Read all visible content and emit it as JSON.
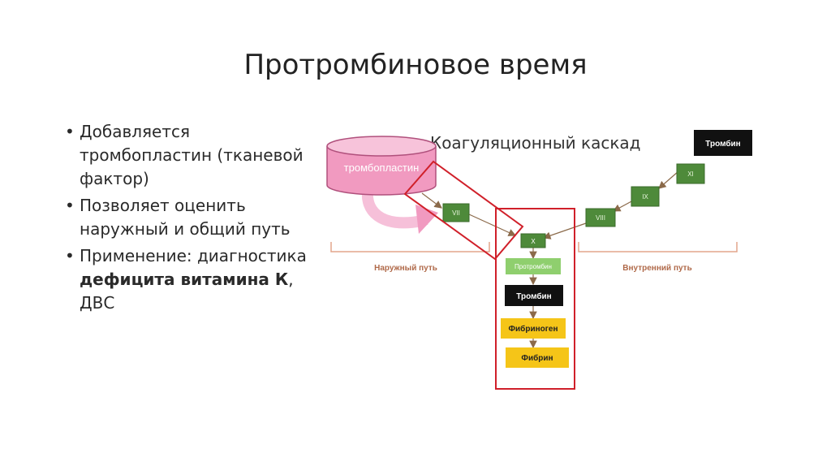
{
  "title": "Протромбиновое время",
  "bullets": [
    {
      "text": "Добавляется тромбопластин (тканевой фактор)"
    },
    {
      "text": "Позволяет оценить наружный и общий путь"
    },
    {
      "prefix": "Применение: диагностика ",
      "bold": "дефицита витамина К",
      "suffix": ", ДВС"
    }
  ],
  "diagram": {
    "title": "Коагуляционный каскад",
    "cylinder_label": "тромбопластин",
    "extrinsic_label": "Наружный путь",
    "intrinsic_label": "Внутренний путь",
    "factors": {
      "vii": "VII",
      "x": "X",
      "xi": "XI",
      "ix": "IX",
      "viii": "VIII"
    },
    "common": {
      "prothrombin": "Протромбин",
      "thrombin": "Тромбин",
      "fibrinogen": "Фибриноген",
      "fibrin": "Фибрин"
    },
    "top_thrombin": "Тромбин"
  },
  "colors": {
    "green": "#4e8a3a",
    "light_green": "#8fcf6e",
    "black": "#111111",
    "yellow": "#f5c518",
    "highlight_red": "#d0202a",
    "cylinder": "#f19ac0"
  }
}
